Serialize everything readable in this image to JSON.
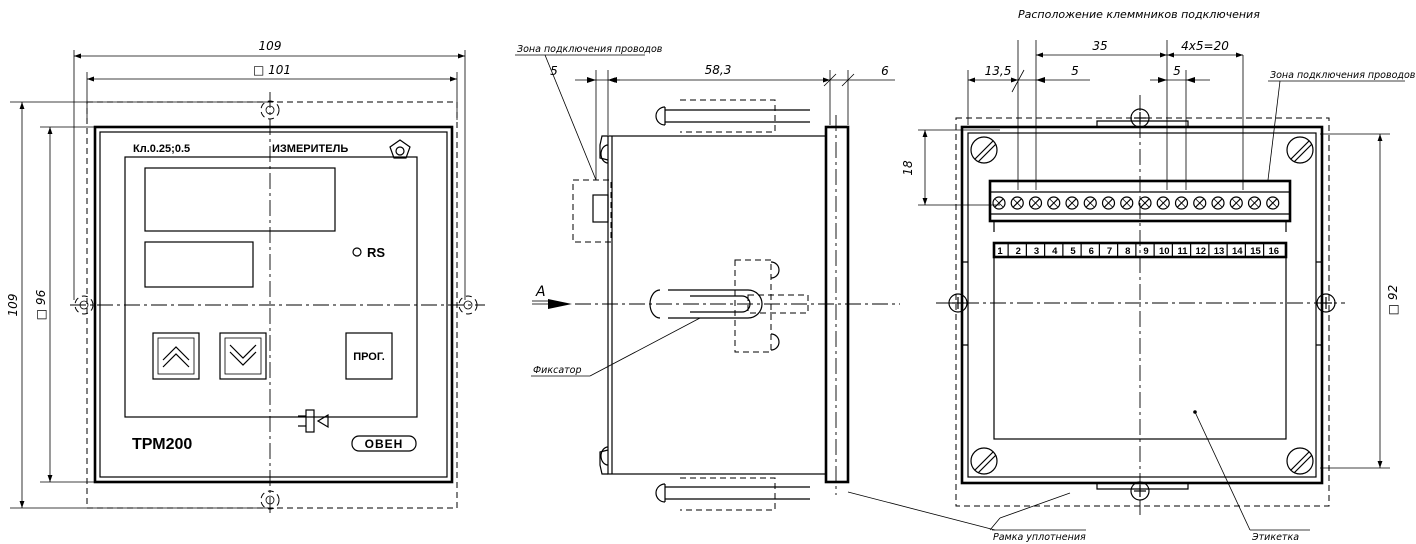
{
  "front_view": {
    "dim_overall_width": "109",
    "dim_panel_width": "□ 101",
    "dim_overall_height": "109",
    "dim_panel_height": "□ 96",
    "accuracy_class": "Кл.0.25;0.5",
    "device_type": "ИЗМЕРИТЕЛЬ",
    "rs_label": "RS",
    "prog_button_label": "ПРОГ.",
    "model": "ТРМ200",
    "brand": "ОВЕН"
  },
  "side_view": {
    "wire_zone_label": "Зона подключения проводов",
    "dim_left": "5",
    "dim_depth": "58,3",
    "dim_frame": "6",
    "view_letter": "А",
    "latch_label": "Фиксатор"
  },
  "rear_view": {
    "title": "Расположение клеммников подключения",
    "dim_first": "13,5",
    "dim_span": "35",
    "dim_pitch_a": "5",
    "dim_group": "4x5=20",
    "dim_pitch_b": "5",
    "dim_height": "18",
    "dim_cutout": "□ 92",
    "wire_zone_label": "Зона подключения проводов",
    "seal_label": "Рамка уплотнения",
    "sticker_label": "Этикетка",
    "terminal_numbers": [
      "1",
      "2",
      "3",
      "4",
      "5",
      "6",
      "7",
      "8",
      "9",
      "10",
      "11",
      "12",
      "13",
      "14",
      "15",
      "16"
    ]
  }
}
